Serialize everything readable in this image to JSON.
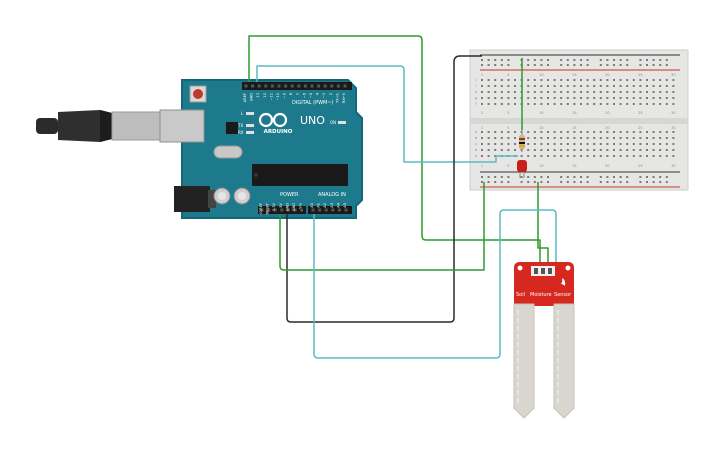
{
  "arduino": {
    "brand": "ARDUINO",
    "model": "UNO",
    "digital_label": "DIGITAL (PWM~)",
    "power_label": "POWER",
    "analog_label": "ANALOG IN",
    "on_label": "ON",
    "l_label": "L",
    "tx_label": "TX",
    "rx_label": "RX",
    "digital_pins": [
      "AREF",
      "GND",
      "13",
      "12",
      "~11",
      "~10",
      "~9",
      "8",
      "7",
      "~6",
      "~5",
      "4",
      "~3",
      "2",
      "TX→1",
      "RX←0"
    ],
    "power_pins": [
      "IOREF",
      "RESET",
      "3.3V",
      "5V",
      "GND",
      "GND",
      "Vin"
    ],
    "analog_pins": [
      "A0",
      "A1",
      "A2",
      "A3",
      "A4",
      "A5"
    ]
  },
  "sensor": {
    "label_1": "Soil",
    "label_2": "Moisture",
    "label_3": "Sensor"
  },
  "breadboard": {
    "row_numbers": [
      "1",
      "5",
      "10",
      "15",
      "20",
      "25",
      "30"
    ],
    "column_letters_top": [
      "j",
      "i",
      "h",
      "g",
      "f"
    ],
    "column_letters_bottom": [
      "e",
      "d",
      "c",
      "b",
      "a"
    ]
  },
  "colors": {
    "board": "#1d7a8c",
    "board_edge": "#16667a",
    "wire_green": "#2f9b2f",
    "wire_cyan": "#5bbcc4",
    "wire_black": "#2a2a2a",
    "sensor_red": "#d6281e",
    "prong": "#d9d6cf",
    "led": "#c8201a",
    "breadboard": "#e6e6e4"
  }
}
